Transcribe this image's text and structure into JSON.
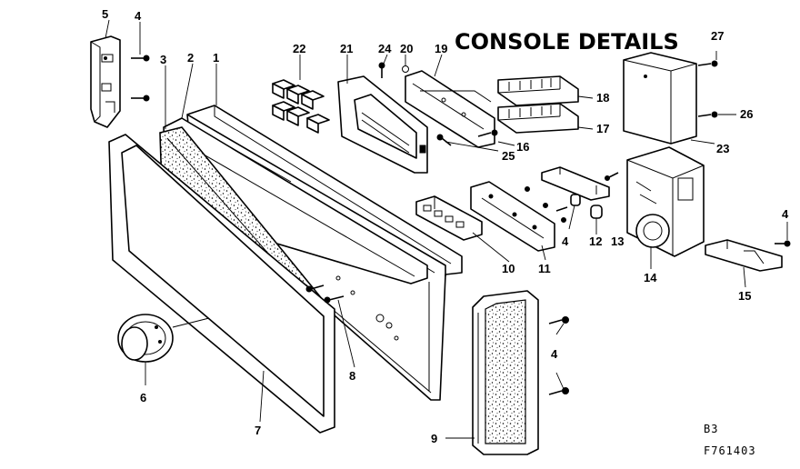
{
  "title": "CONSOLE DETAILS",
  "callouts": {
    "n1": "1",
    "n2": "2",
    "n3": "3",
    "n4a": "4",
    "n4b": "4",
    "n4c": "4",
    "n4d": "4",
    "n5": "5",
    "n6": "6",
    "n7": "7",
    "n8": "8",
    "n9": "9",
    "n10": "10",
    "n11": "11",
    "n12": "12",
    "n13": "13",
    "n14": "14",
    "n15": "15",
    "n16": "16",
    "n17": "17",
    "n18": "18",
    "n19": "19",
    "n20": "20",
    "n21": "21",
    "n22": "22",
    "n23": "23",
    "n24": "24",
    "n25": "25",
    "n26": "26",
    "n27": "27"
  },
  "footer": {
    "sheet": "B3",
    "drawing_number": "F761403"
  }
}
